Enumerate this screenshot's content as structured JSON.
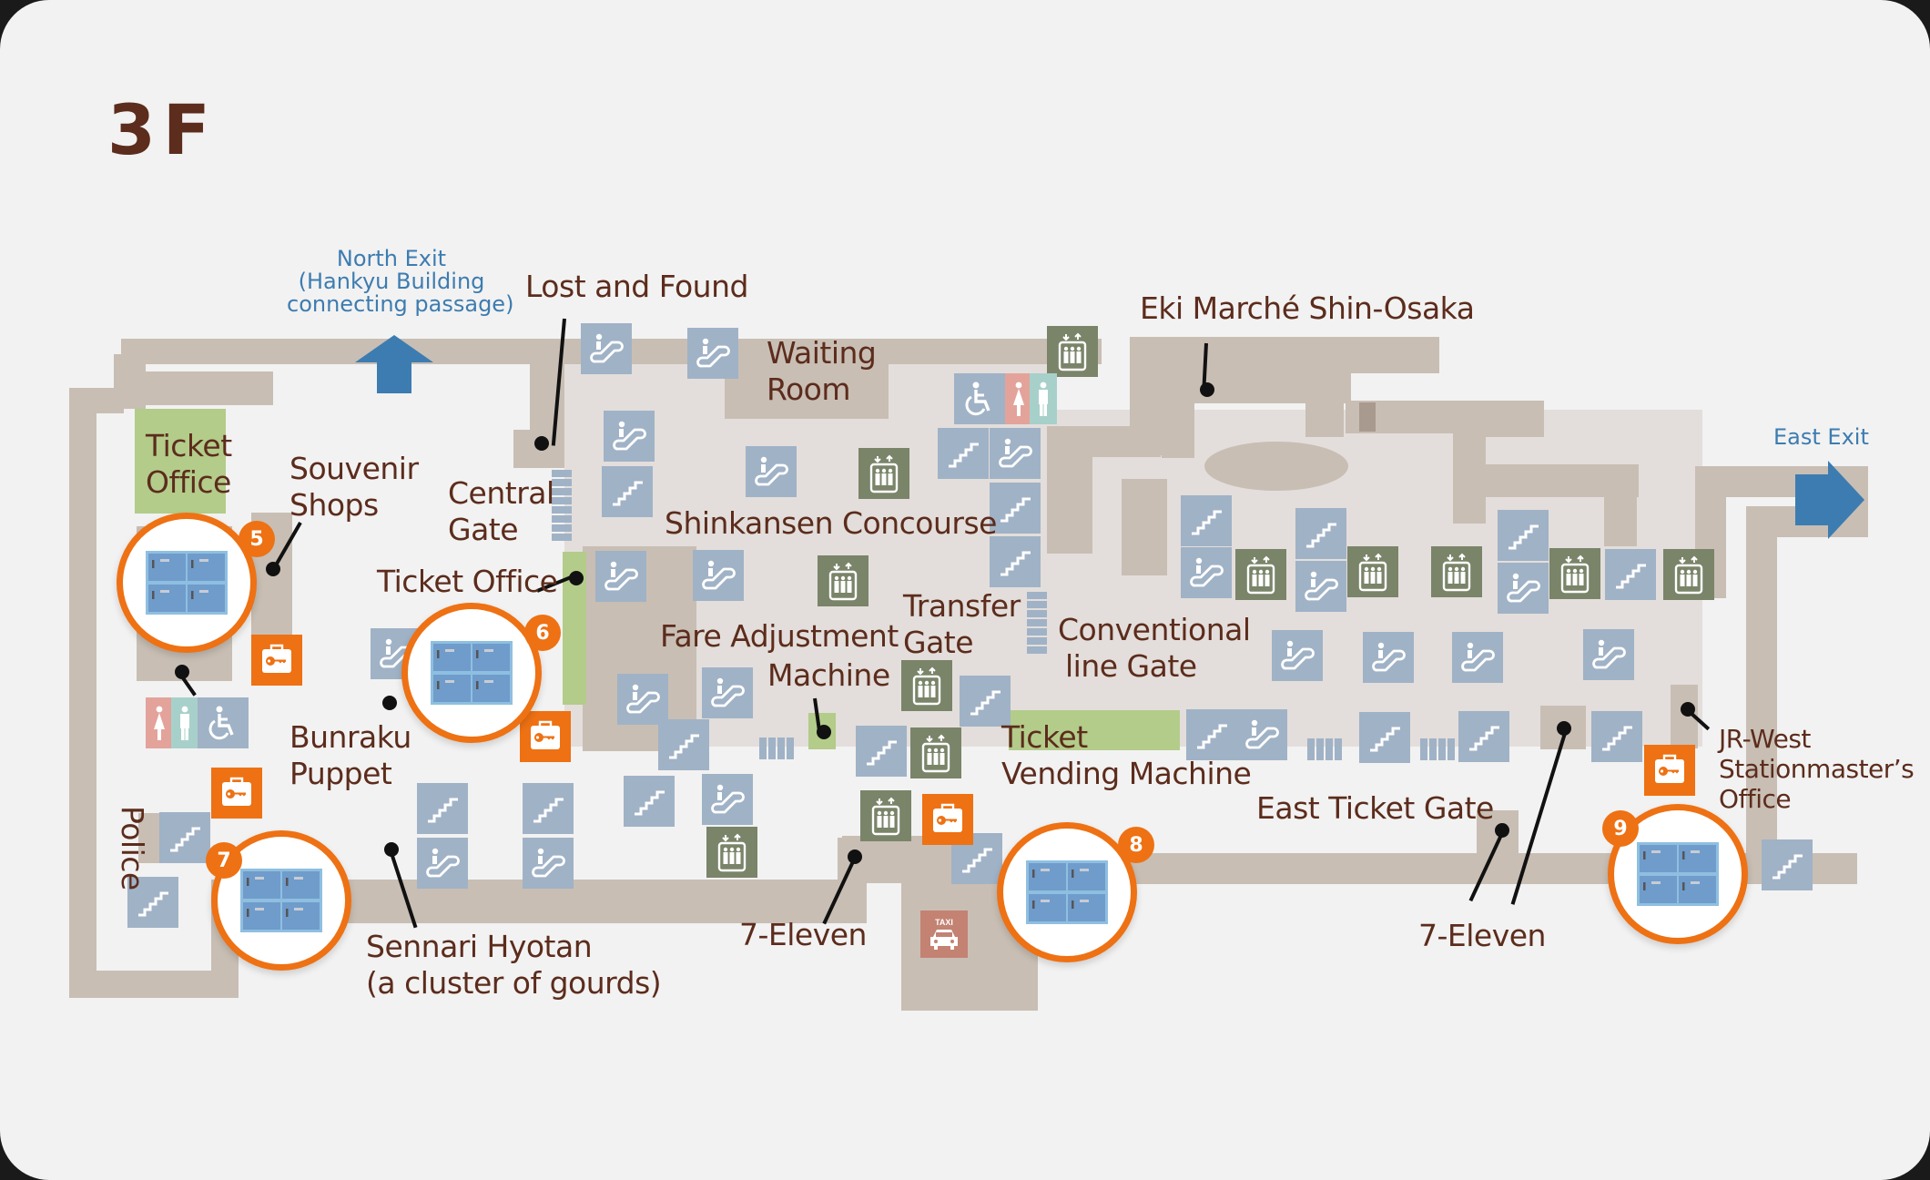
{
  "floor": {
    "title": "3F"
  },
  "colors": {
    "background": "#f2f2f2",
    "wall": "#c8beb4",
    "concourse_floor": "#e3dedb",
    "ticket_area": "#b3cc8a",
    "stairs_escalator": "#a0b2c6",
    "elevator": "#7a8469",
    "locker_orange": "#ee7113",
    "exit_blue": "#3d7cb0",
    "label_brown": "#5c2c1c",
    "restroom_female": "#e3a39a",
    "restroom_male": "#a8d0ca",
    "taxi": "#c38272"
  },
  "exits": {
    "north": {
      "line1": "North Exit",
      "line2": "(Hankyu Building",
      "line3": "connecting passage)"
    },
    "east": {
      "label": "East Exit"
    }
  },
  "labels": {
    "lost_and_found": "Lost and Found",
    "waiting_room_1": "Waiting",
    "waiting_room_2": "Room",
    "eki_marche": "Eki Marché Shin-Osaka",
    "ticket_office_left_1": "Ticket",
    "ticket_office_left_2": "Office",
    "souvenir_1": "Souvenir",
    "souvenir_2": "Shops",
    "central_gate_1": "Central",
    "central_gate_2": "Gate",
    "shinkansen_concourse": "Shinkansen Concourse",
    "ticket_office_center": "Ticket Office",
    "transfer_gate_1": "Transfer",
    "transfer_gate_2": "Gate",
    "fare_adjust_1": "Fare Adjustment",
    "fare_adjust_2": "Machine",
    "conventional_1": "Conventional",
    "conventional_2": "line Gate",
    "ticket_vending_1": "Ticket",
    "ticket_vending_2": "Vending Machine",
    "bunraku_1": "Bunraku",
    "bunraku_2": "Puppet",
    "police": "Police",
    "sennari_1": "Sennari Hyotan",
    "sennari_2": "(a cluster of gourds)",
    "seven_eleven_center": "7-Eleven",
    "east_ticket_gate": "East Ticket Gate",
    "seven_eleven_east": "7-Eleven",
    "jr_west_1": "JR-West",
    "jr_west_2": "Stationmaster’s",
    "jr_west_3": "Office"
  },
  "lockers": [
    {
      "number": "5",
      "icon": "coin-locker-icon"
    },
    {
      "number": "6",
      "icon": "coin-locker-icon"
    },
    {
      "number": "7",
      "icon": "coin-locker-icon"
    },
    {
      "number": "8",
      "icon": "coin-locker-icon"
    },
    {
      "number": "9",
      "icon": "coin-locker-icon"
    }
  ],
  "taxi": {
    "label": "TAXI"
  },
  "icon_legend": {
    "escalator": "escalator-icon",
    "stairs": "stairs-icon",
    "elevator": "elevator-icon",
    "restroom_female": "female-restroom-icon",
    "restroom_male": "male-restroom-icon",
    "accessible": "wheelchair-icon",
    "locker_key": "locker-key-icon",
    "taxi": "taxi-icon"
  }
}
